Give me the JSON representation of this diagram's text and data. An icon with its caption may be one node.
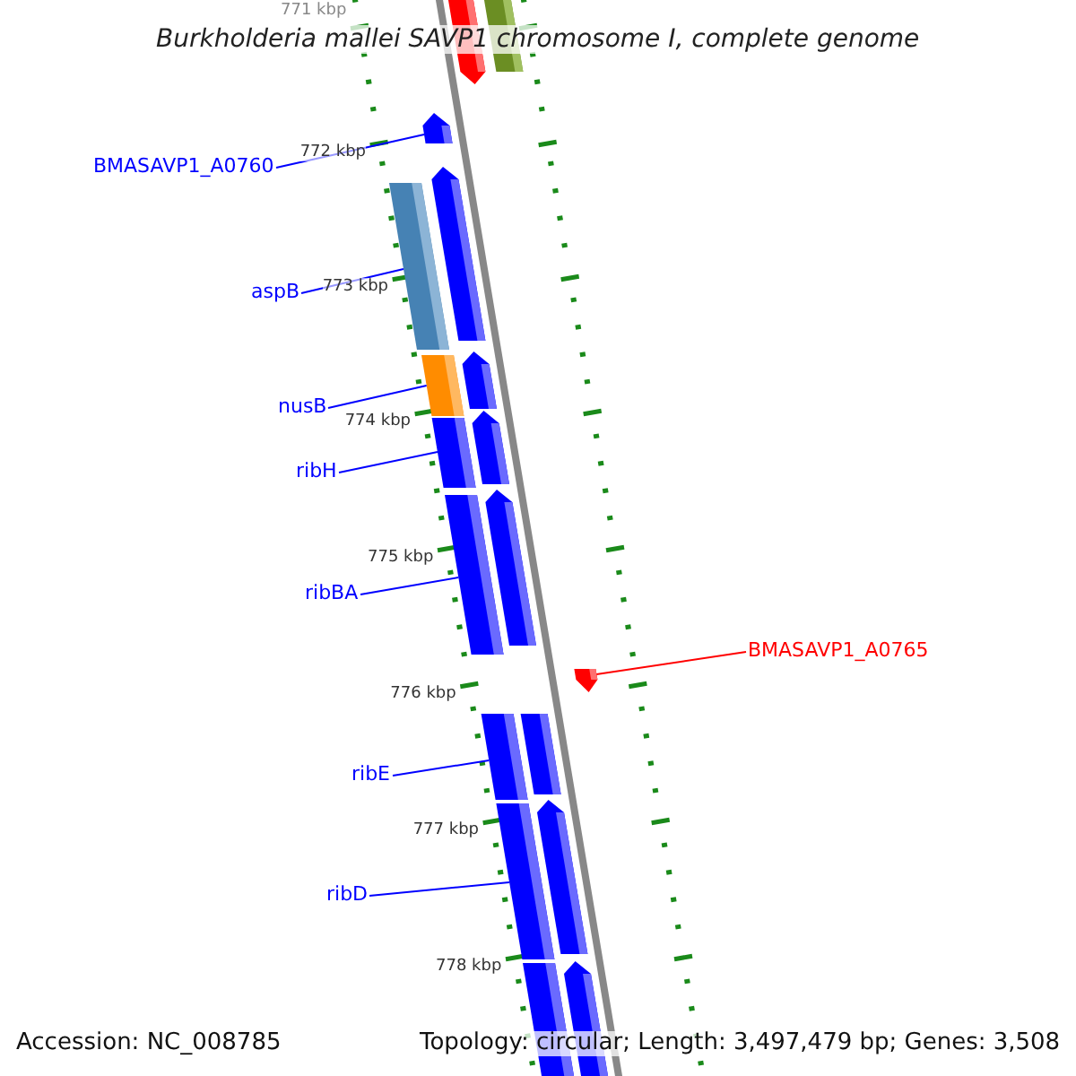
{
  "diagram": {
    "title": "Burkholderia mallei SAVP1 chromosome I, complete genome",
    "nodes": [
      {
        "text": [],
        "shape": "bar"
      },
      {
        "text": [],
        "shape": "bar"
      },
      {
        "text": [
          "BMASAVP1_A0760"
        ]
      },
      {
        "text": [],
        "shape": "bar"
      },
      {
        "text": [
          "aspB"
        ]
      },
      {
        "text": [],
        "shape": "bar"
      },
      {
        "text": [],
        "shape": "bar"
      },
      {
        "text": [
          "nusB"
        ]
      },
      {
        "text": [],
        "shape": "bar"
      },
      {
        "text": [],
        "shape": "bar"
      },
      {
        "text": [
          "ribH"
        ]
      },
      {
        "text": [],
        "shape": "bar"
      },
      {
        "text": [],
        "shape": "bar"
      },
      {
        "text": [
          "ribBA"
        ]
      },
      {
        "text": [],
        "shape": "bar"
      },
      {
        "text": [],
        "shape": "bar"
      },
      {
        "text": [
          "BMASAVP1_A0765"
        ]
      },
      {
        "text": [],
        "shape": "bar"
      },
      {
        "text": [
          "ribE"
        ]
      },
      {
        "text": [],
        "shape": "bar"
      },
      {
        "text": [],
        "shape": "bar"
      },
      {
        "text": [
          "ribD"
        ]
      },
      {
        "text": [],
        "shape": "bar"
      },
      {
        "text": [],
        "shape": "bar"
      },
      {
        "text": [],
        "shape": "bar"
      },
      {
        "text": [],
        "shape": "bar"
      }
    ],
    "edges": [
      {
        "from": 2,
        "to": 3,
        "arrow": "none"
      },
      {
        "from": 4,
        "to": 5,
        "arrow": "none"
      },
      {
        "from": 7,
        "to": 8,
        "arrow": "none"
      },
      {
        "from": 10,
        "to": 11,
        "arrow": "none"
      },
      {
        "from": 13,
        "to": 14,
        "arrow": "none"
      },
      {
        "from": 16,
        "to": 17,
        "arrow": "none",
        "color": "#ff0000"
      },
      {
        "from": 18,
        "to": 19,
        "arrow": "none"
      },
      {
        "from": 21,
        "to": 22,
        "arrow": "none"
      }
    ],
    "labels": [
      "771 kbp",
      "772 kbp",
      "773 kbp",
      "774 kbp",
      "775 kbp",
      "776 kbp",
      "777 kbp",
      "778 kbp",
      "Accession: NC_008785",
      "Topology: circular; Length: 3,497,479 bp; Genes: 3,508"
    ]
  }
}
